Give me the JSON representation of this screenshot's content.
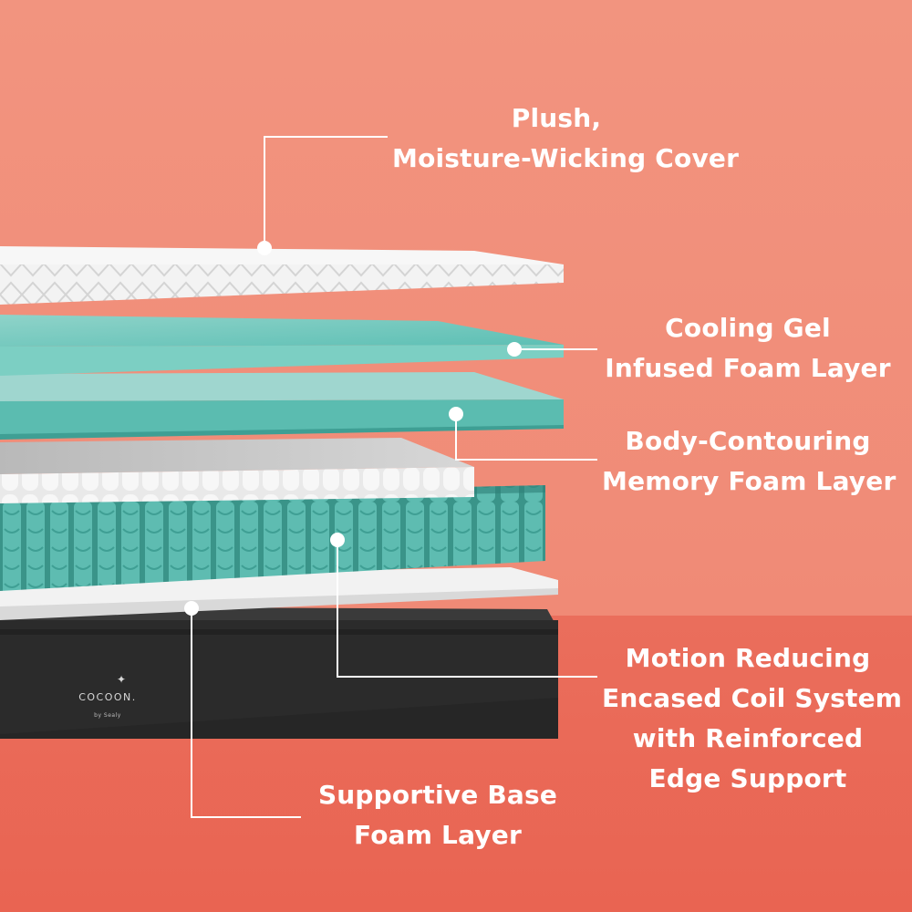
{
  "labels": {
    "cover": {
      "line1": "Plush,",
      "line2": "Moisture-Wicking Cover"
    },
    "cooling_gel": {
      "line1": "Cooling Gel",
      "line2": "Infused Foam Layer"
    },
    "memory_foam": {
      "line1": "Body-Contouring",
      "line2": "Memory Foam Layer"
    },
    "coil_system": {
      "line1": "Motion Reducing",
      "line2": "Encased Coil System",
      "line3": "with Reinforced",
      "line4": "Edge Support"
    },
    "base_foam": {
      "line1": "Supportive Base",
      "line2": "Foam Layer"
    }
  },
  "brand": {
    "name": "COCOON.",
    "sub": "by Sealy"
  },
  "colors": {
    "background_top": "#f2917f",
    "background_bottom": "#ea6a58",
    "teal": "#5cbfb4",
    "teal_dark": "#3f9f94",
    "white_layer": "#f4f4f4",
    "base_black": "#2a2a2a",
    "leader_line": "#ffffff"
  }
}
